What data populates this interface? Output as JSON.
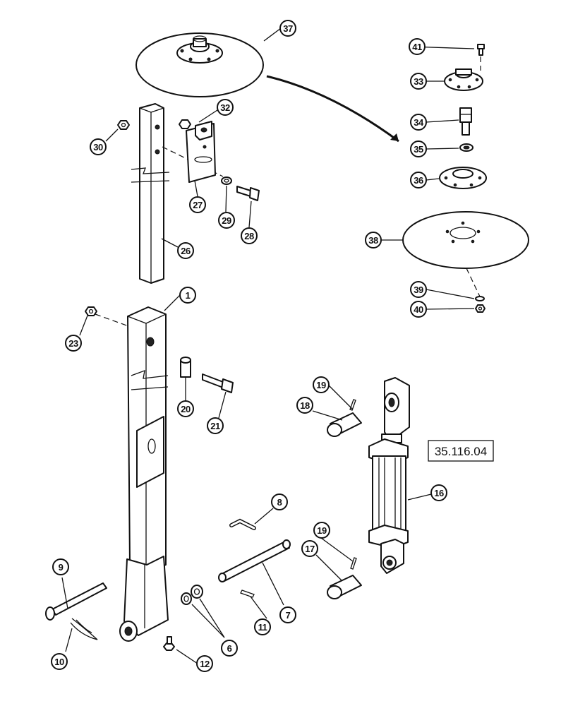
{
  "reference_number": "35.116.04",
  "callouts": [
    {
      "id": "c1",
      "label": "1"
    },
    {
      "id": "c6",
      "label": "6"
    },
    {
      "id": "c7",
      "label": "7"
    },
    {
      "id": "c8",
      "label": "8"
    },
    {
      "id": "c9",
      "label": "9"
    },
    {
      "id": "c10",
      "label": "10"
    },
    {
      "id": "c11",
      "label": "11"
    },
    {
      "id": "c12",
      "label": "12"
    },
    {
      "id": "c16",
      "label": "16"
    },
    {
      "id": "c17",
      "label": "17"
    },
    {
      "id": "c18",
      "label": "18"
    },
    {
      "id": "c19a",
      "label": "19"
    },
    {
      "id": "c19b",
      "label": "19"
    },
    {
      "id": "c20",
      "label": "20"
    },
    {
      "id": "c21",
      "label": "21"
    },
    {
      "id": "c23",
      "label": "23"
    },
    {
      "id": "c26",
      "label": "26"
    },
    {
      "id": "c27",
      "label": "27"
    },
    {
      "id": "c28",
      "label": "28"
    },
    {
      "id": "c29",
      "label": "29"
    },
    {
      "id": "c30",
      "label": "30"
    },
    {
      "id": "c32",
      "label": "32"
    },
    {
      "id": "c33",
      "label": "33"
    },
    {
      "id": "c34",
      "label": "34"
    },
    {
      "id": "c35",
      "label": "35"
    },
    {
      "id": "c36",
      "label": "36"
    },
    {
      "id": "c37",
      "label": "37"
    },
    {
      "id": "c38",
      "label": "38"
    },
    {
      "id": "c39",
      "label": "39"
    },
    {
      "id": "c40",
      "label": "40"
    },
    {
      "id": "c41",
      "label": "41"
    }
  ]
}
